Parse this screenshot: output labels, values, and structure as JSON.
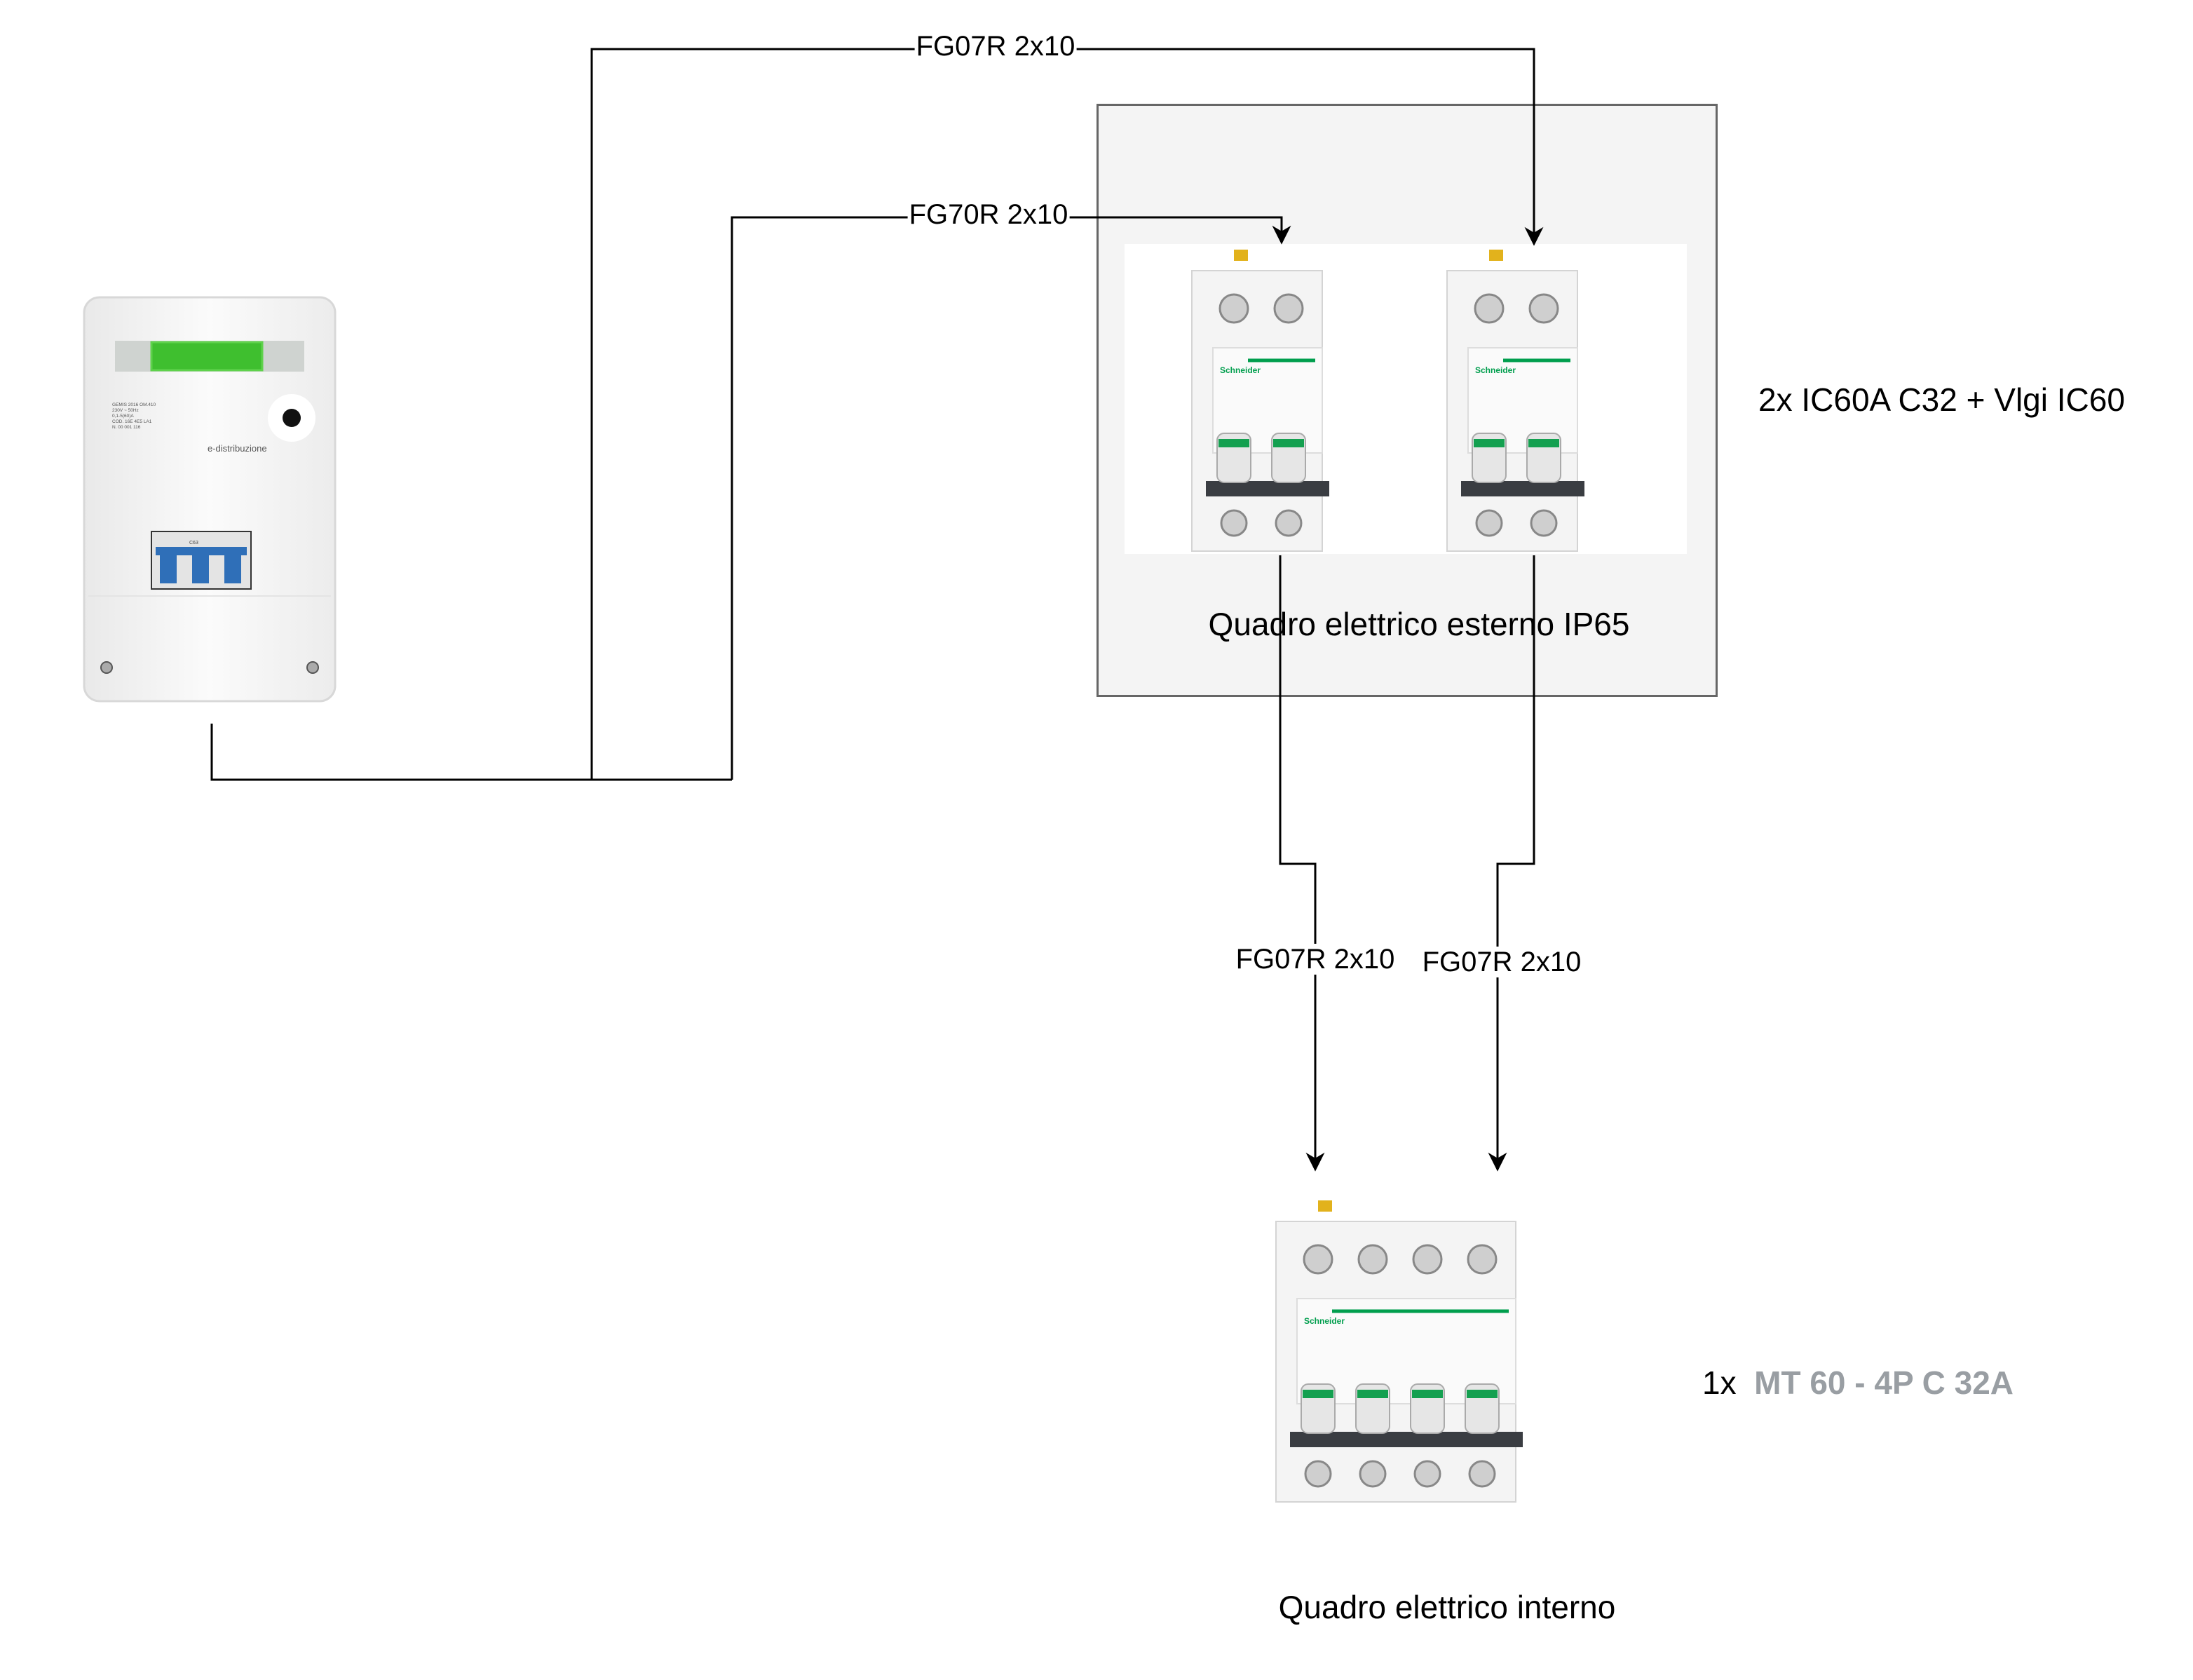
{
  "cable_labels": {
    "top": "FG07R 2x10",
    "second": "FG70R 2x10",
    "down_left": "FG07R 2x10",
    "down_right": "FG07R 2x10"
  },
  "external_panel": {
    "title": "Quadro elettrico esterno IP65",
    "spec": "2x IC60A C32 + Vlgi IC60"
  },
  "internal_panel": {
    "title": "Quadro elettrico interno",
    "spec_qty": "1x",
    "spec_model": "MT 60 - 4P C 32A"
  },
  "meter": {
    "brand": "e-distribuzione",
    "label_lines": [
      "GEMIS   2016   OM.410",
      "230V ~ 50Hz",
      "0,1-5(60)A",
      "COD. 16E 4E5 LA1",
      "N. 00 001 116"
    ],
    "breaker": "C63"
  },
  "breaker_brand": "Schneider",
  "colors": {
    "line": "#000000",
    "panel_bg": "#f4f4f4",
    "panel_border": "#666666",
    "spec_gray": "#999ea3",
    "meter_display": "#3fbf2f",
    "schneider_green": "#009e4d"
  }
}
